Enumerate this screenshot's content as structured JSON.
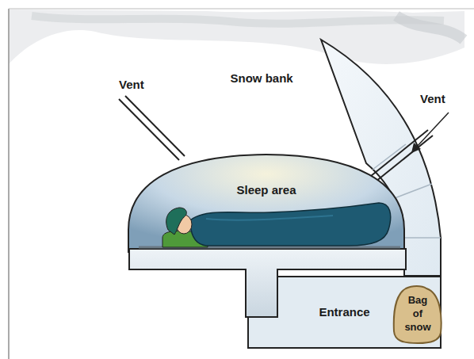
{
  "diagram": {
    "nodes": [
      {
        "text": [
          "Sleep area"
        ]
      },
      {
        "text": [
          "Entrance"
        ]
      },
      {
        "text": [
          "Bag of snow"
        ]
      }
    ],
    "labels": [
      "Vent",
      "Snow bank",
      "Vent"
    ]
  }
}
